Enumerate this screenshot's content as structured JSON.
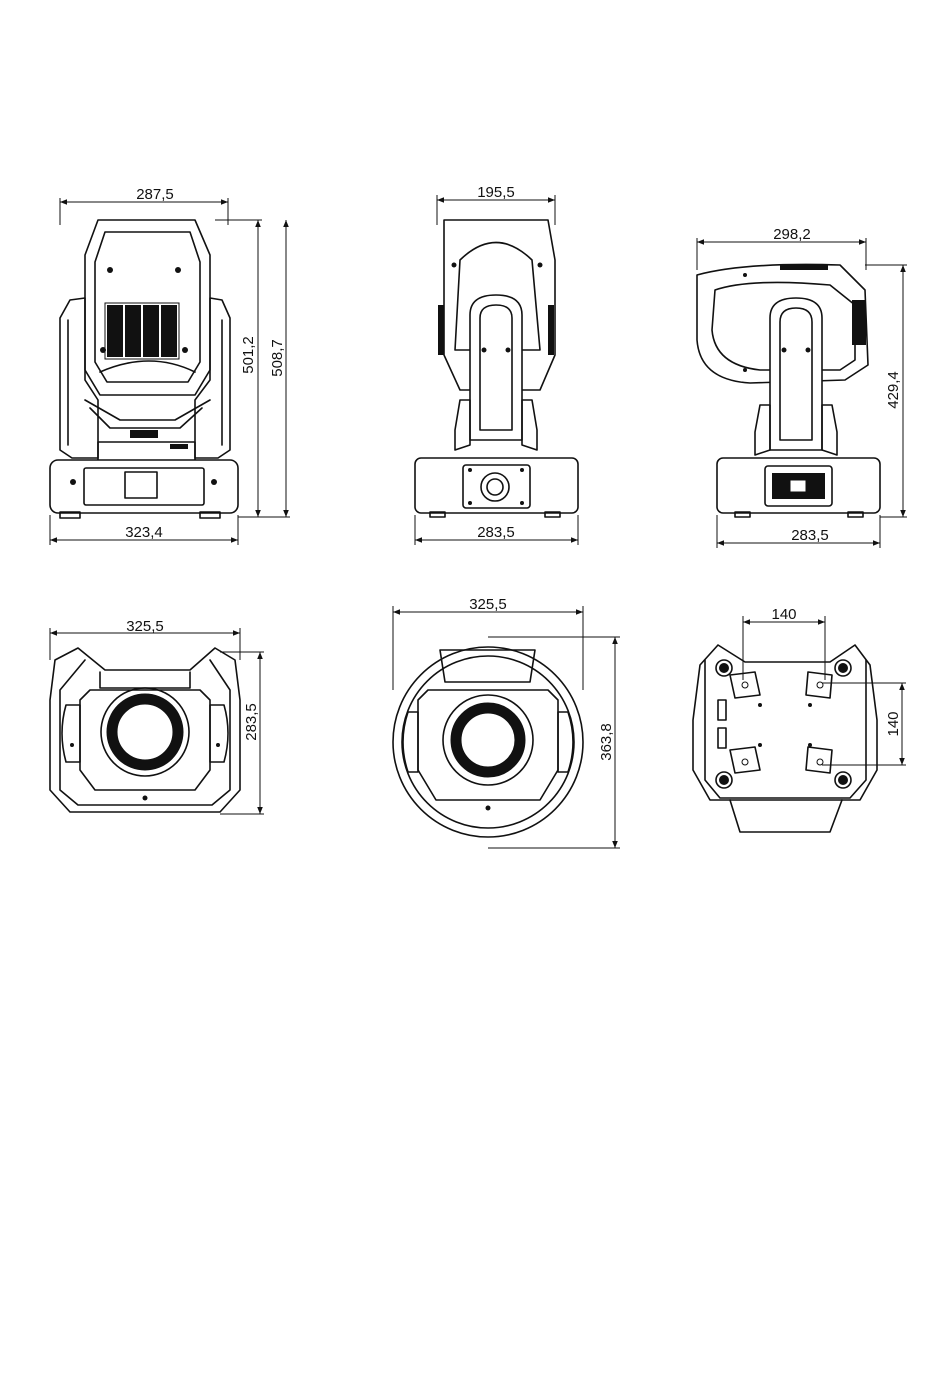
{
  "drawing": {
    "front_view": {
      "width_top": "287,5",
      "width_bottom": "323,4",
      "height_inner": "501,2",
      "height_outer": "508,7"
    },
    "side_view": {
      "width_top": "195,5",
      "width_bottom": "283,5"
    },
    "back_view": {
      "width_top": "298,2",
      "width_bottom": "283,5",
      "height": "429,4"
    },
    "top_view_a": {
      "width": "325,5",
      "height": "283,5"
    },
    "top_view_b": {
      "width": "325,5",
      "height": "363,8"
    },
    "bottom_view": {
      "width": "140",
      "height": "140"
    }
  }
}
